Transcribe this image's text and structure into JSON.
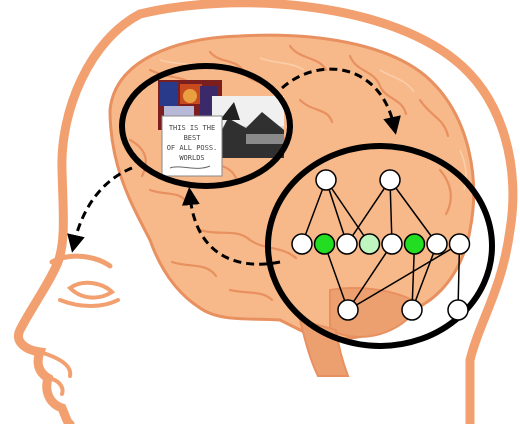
{
  "colors": {
    "skin_outline": "#f2a070",
    "brain_fill": "#f7b98a",
    "brain_light": "#fbd3b0",
    "brain_fold": "#e89060",
    "cerebellum": "#eca070",
    "ellipse_stroke": "#000000",
    "arrow": "#000000",
    "node_bright": "#22dd22",
    "node_pale": "#bff5bf",
    "node_white": "#ffffff"
  },
  "memory_images": {
    "note_lines": [
      "THIS IS THE",
      "BEST",
      "OF ALL POSS.",
      "WORLDS"
    ]
  },
  "network": {
    "top_nodes": 2,
    "middle_nodes": 8,
    "bottom_nodes": 3,
    "middle_node_states": [
      "white",
      "bright",
      "white",
      "pale",
      "white",
      "bright",
      "white",
      "white"
    ]
  }
}
